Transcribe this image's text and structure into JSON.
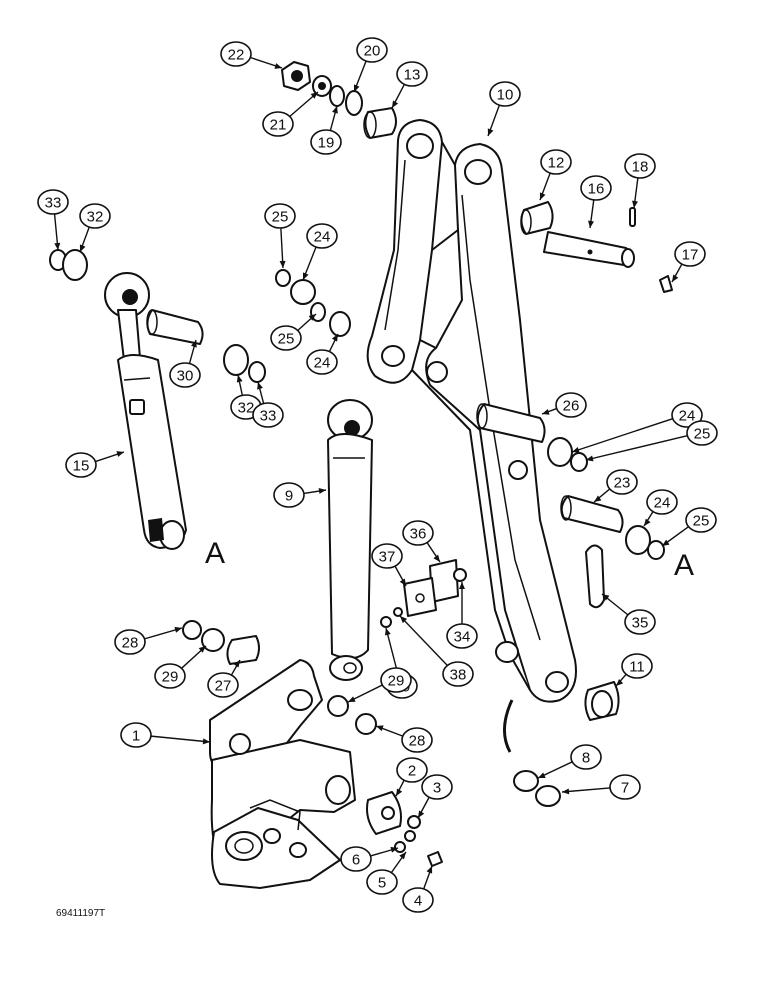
{
  "figure_id": "69411197T",
  "section_marks": [
    "A",
    "A"
  ],
  "callouts": [
    {
      "label": "22"
    },
    {
      "label": "20"
    },
    {
      "label": "13"
    },
    {
      "label": "21"
    },
    {
      "label": "19"
    },
    {
      "label": "10"
    },
    {
      "label": "12"
    },
    {
      "label": "18"
    },
    {
      "label": "16"
    },
    {
      "label": "17"
    },
    {
      "label": "33"
    },
    {
      "label": "32"
    },
    {
      "label": "25"
    },
    {
      "label": "24"
    },
    {
      "label": "25"
    },
    {
      "label": "24"
    },
    {
      "label": "30"
    },
    {
      "label": "32"
    },
    {
      "label": "33"
    },
    {
      "label": "15"
    },
    {
      "label": "26"
    },
    {
      "label": "24"
    },
    {
      "label": "25"
    },
    {
      "label": "9"
    },
    {
      "label": "23"
    },
    {
      "label": "24"
    },
    {
      "label": "25"
    },
    {
      "label": "36"
    },
    {
      "label": "37"
    },
    {
      "label": "34"
    },
    {
      "label": "35"
    },
    {
      "label": "28"
    },
    {
      "label": "29"
    },
    {
      "label": "27"
    },
    {
      "label": "38"
    },
    {
      "label": "39"
    },
    {
      "label": "29"
    },
    {
      "label": "11"
    },
    {
      "label": "1"
    },
    {
      "label": "28"
    },
    {
      "label": "2"
    },
    {
      "label": "8"
    },
    {
      "label": "3"
    },
    {
      "label": "7"
    },
    {
      "label": "6"
    },
    {
      "label": "5"
    },
    {
      "label": "4"
    }
  ]
}
